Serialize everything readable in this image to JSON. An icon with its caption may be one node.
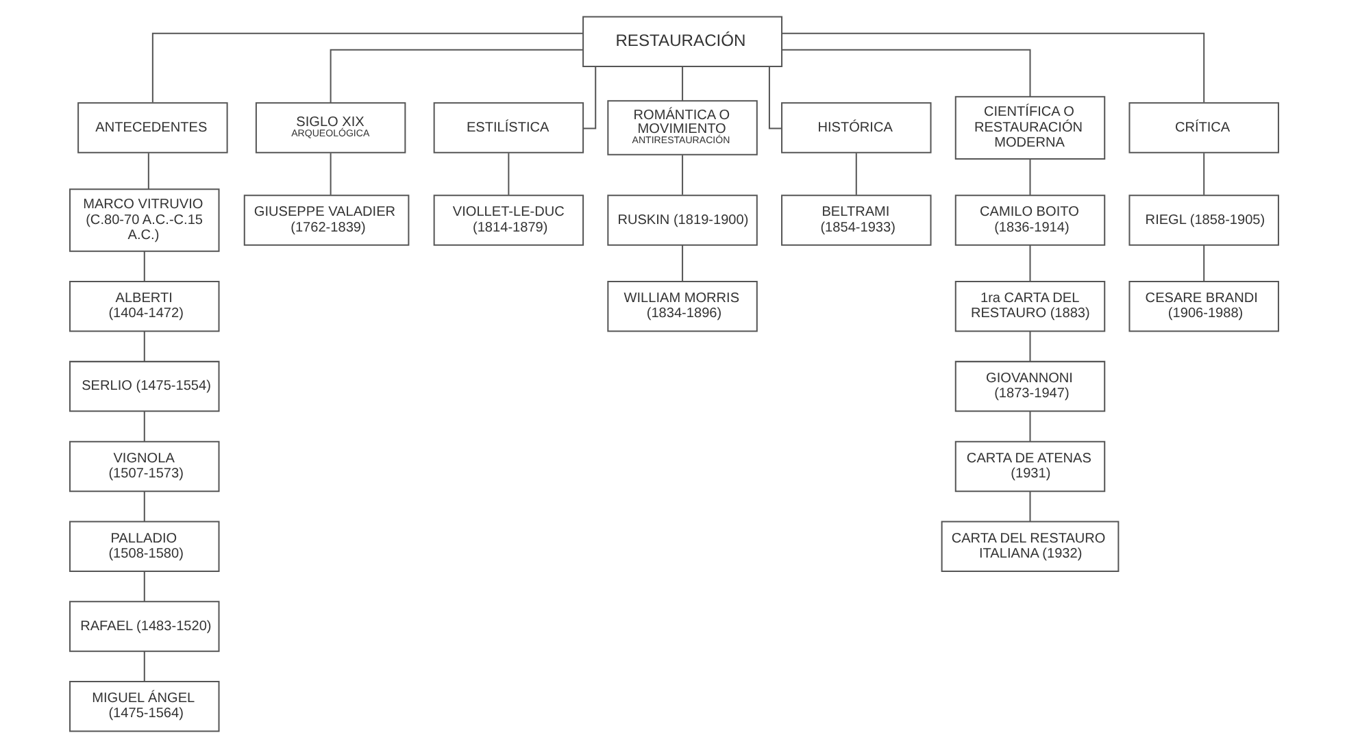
{
  "diagram": {
    "nodes": [
      {
        "text": [
          "RESTAURACIÓN"
        ]
      },
      {
        "text": [
          "ANTECEDENTES"
        ]
      },
      {
        "text": [
          "SIGLO XIX",
          "ARQUEOLÓGICA"
        ]
      },
      {
        "text": [
          "ESTILÍSTICA"
        ]
      },
      {
        "text": [
          "ROMÁNTICA O MOVIMIENTO",
          "ANTIRESTAURACIÓN"
        ]
      },
      {
        "text": [
          "HISTÓRICA"
        ]
      },
      {
        "text": [
          "CIENTÍFICA O RESTAURACIÓN MODERNA"
        ]
      },
      {
        "text": [
          "CRÍTICA"
        ]
      },
      {
        "text": [
          "MARCO VITRUVIO (C.80-70 A.C.-C.15 A.C.)"
        ]
      },
      {
        "text": [
          "ALBERTI (1404-1472)"
        ]
      },
      {
        "text": [
          "SERLIO (1475-1554)"
        ]
      },
      {
        "text": [
          "VIGNOLA (1507-1573)"
        ]
      },
      {
        "text": [
          "PALLADIO (1508-1580)"
        ]
      },
      {
        "text": [
          "RAFAEL (1483-1520)"
        ]
      },
      {
        "text": [
          "MIGUEL ÁNGEL (1475-1564)"
        ]
      },
      {
        "text": [
          "GIUSEPPE VALADIER (1762-1839)"
        ]
      },
      {
        "text": [
          "VIOLLET-LE-DUC (1814-1879)"
        ]
      },
      {
        "text": [
          "RUSKIN (1819-1900)"
        ]
      },
      {
        "text": [
          "WILLIAM MORRIS (1834-1896)"
        ]
      },
      {
        "text": [
          "BELTRAMI (1854-1933)"
        ]
      },
      {
        "text": [
          "CAMILO BOITO (1836-1914)"
        ]
      },
      {
        "text": [
          "1ra CARTA DEL RESTAURO (1883)"
        ]
      },
      {
        "text": [
          "GIOVANNONI (1873-1947)"
        ]
      },
      {
        "text": [
          "CARTA DE ATENAS (1931)"
        ]
      },
      {
        "text": [
          "CARTA DEL RESTAURO ITALIANA (1932)"
        ]
      },
      {
        "text": [
          "RIEGL (1858-1905)"
        ]
      },
      {
        "text": [
          "CESARE BRANDI (1906-1988)"
        ]
      }
    ],
    "edges": [
      {
        "from": 0,
        "to": 1,
        "arrow": "none"
      },
      {
        "from": 0,
        "to": 2,
        "arrow": "none"
      },
      {
        "from": 0,
        "to": 3,
        "arrow": "none"
      },
      {
        "from": 0,
        "to": 4,
        "arrow": "none"
      },
      {
        "from": 0,
        "to": 5,
        "arrow": "none"
      },
      {
        "from": 0,
        "to": 6,
        "arrow": "none"
      },
      {
        "from": 0,
        "to": 7,
        "arrow": "none"
      },
      {
        "from": 1,
        "to": 8,
        "arrow": "none"
      },
      {
        "from": 8,
        "to": 9,
        "arrow": "none"
      },
      {
        "from": 9,
        "to": 10,
        "arrow": "none"
      },
      {
        "from": 10,
        "to": 11,
        "arrow": "none"
      },
      {
        "from": 11,
        "to": 12,
        "arrow": "none"
      },
      {
        "from": 12,
        "to": 13,
        "arrow": "none"
      },
      {
        "from": 13,
        "to": 14,
        "arrow": "none"
      },
      {
        "from": 2,
        "to": 15,
        "arrow": "none"
      },
      {
        "from": 3,
        "to": 16,
        "arrow": "none"
      },
      {
        "from": 4,
        "to": 17,
        "arrow": "none"
      },
      {
        "from": 17,
        "to": 18,
        "arrow": "none"
      },
      {
        "from": 5,
        "to": 19,
        "arrow": "none"
      },
      {
        "from": 6,
        "to": 20,
        "arrow": "none"
      },
      {
        "from": 20,
        "to": 21,
        "arrow": "none"
      },
      {
        "from": 21,
        "to": 22,
        "arrow": "none"
      },
      {
        "from": 22,
        "to": 23,
        "arrow": "none"
      },
      {
        "from": 23,
        "to": 24,
        "arrow": "none"
      },
      {
        "from": 7,
        "to": 25,
        "arrow": "none"
      },
      {
        "from": 25,
        "to": 26,
        "arrow": "none"
      }
    ]
  }
}
